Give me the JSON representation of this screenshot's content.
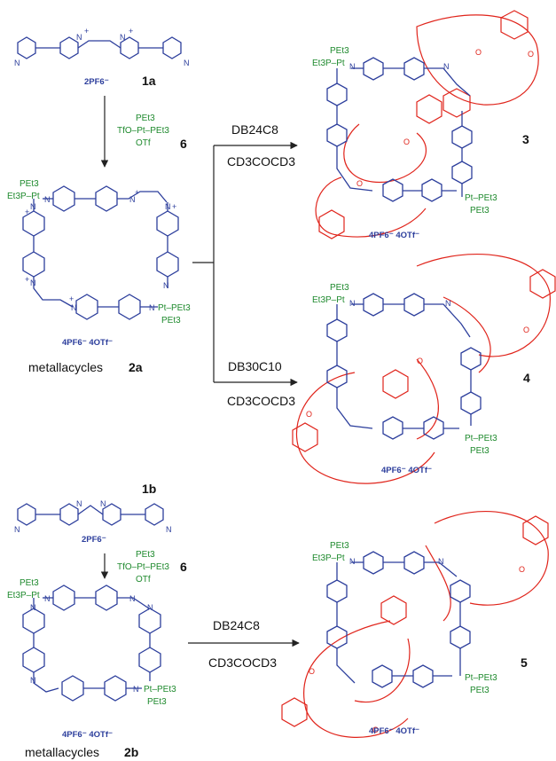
{
  "compounds": {
    "c1a": "1a",
    "c1b": "1b",
    "c6a": "6",
    "c6b": "6",
    "c3": "3",
    "c4": "4",
    "c5": "5",
    "m2a_label": "metallacycles",
    "m2a_num": "2a",
    "m2b_label": "metallacycles",
    "m2b_num": "2b"
  },
  "counterions": {
    "salt_1a": "2PF6⁻",
    "salt_1b": "2PF6⁻",
    "salt_2a": "4PF6⁻  4OTf⁻",
    "salt_2b": "4PF6⁻  4OTf⁻",
    "salt_3": "4PF6⁻  4OTf⁻",
    "salt_4": "4PF6⁻  4OTf⁻",
    "salt_5": "4PF6⁻  4OTf⁻"
  },
  "reagent_6": {
    "line1": "PEt3",
    "line2": "TfO–Pt–PEt3",
    "line3": "OTf"
  },
  "pt_labels": {
    "left_top": "PEt3",
    "left_mid": "Et3P–Pt",
    "right_mid": "Pt–PEt3",
    "right_bot": "PEt3"
  },
  "conditions": {
    "r3_reagent": "DB24C8",
    "r3_solvent": "CD3COCD3",
    "r4_reagent": "DB30C10",
    "r4_solvent": "CD3COCD3",
    "r5_reagent": "DB24C8",
    "r5_solvent": "CD3COCD3"
  },
  "atoms": {
    "N": "N",
    "O": "O",
    "plus": "+"
  },
  "colors": {
    "ligand": "#2c3e9c",
    "platinum": "#1f8a2e",
    "crown_ether": "#e0241b",
    "arrow": "#222222"
  }
}
